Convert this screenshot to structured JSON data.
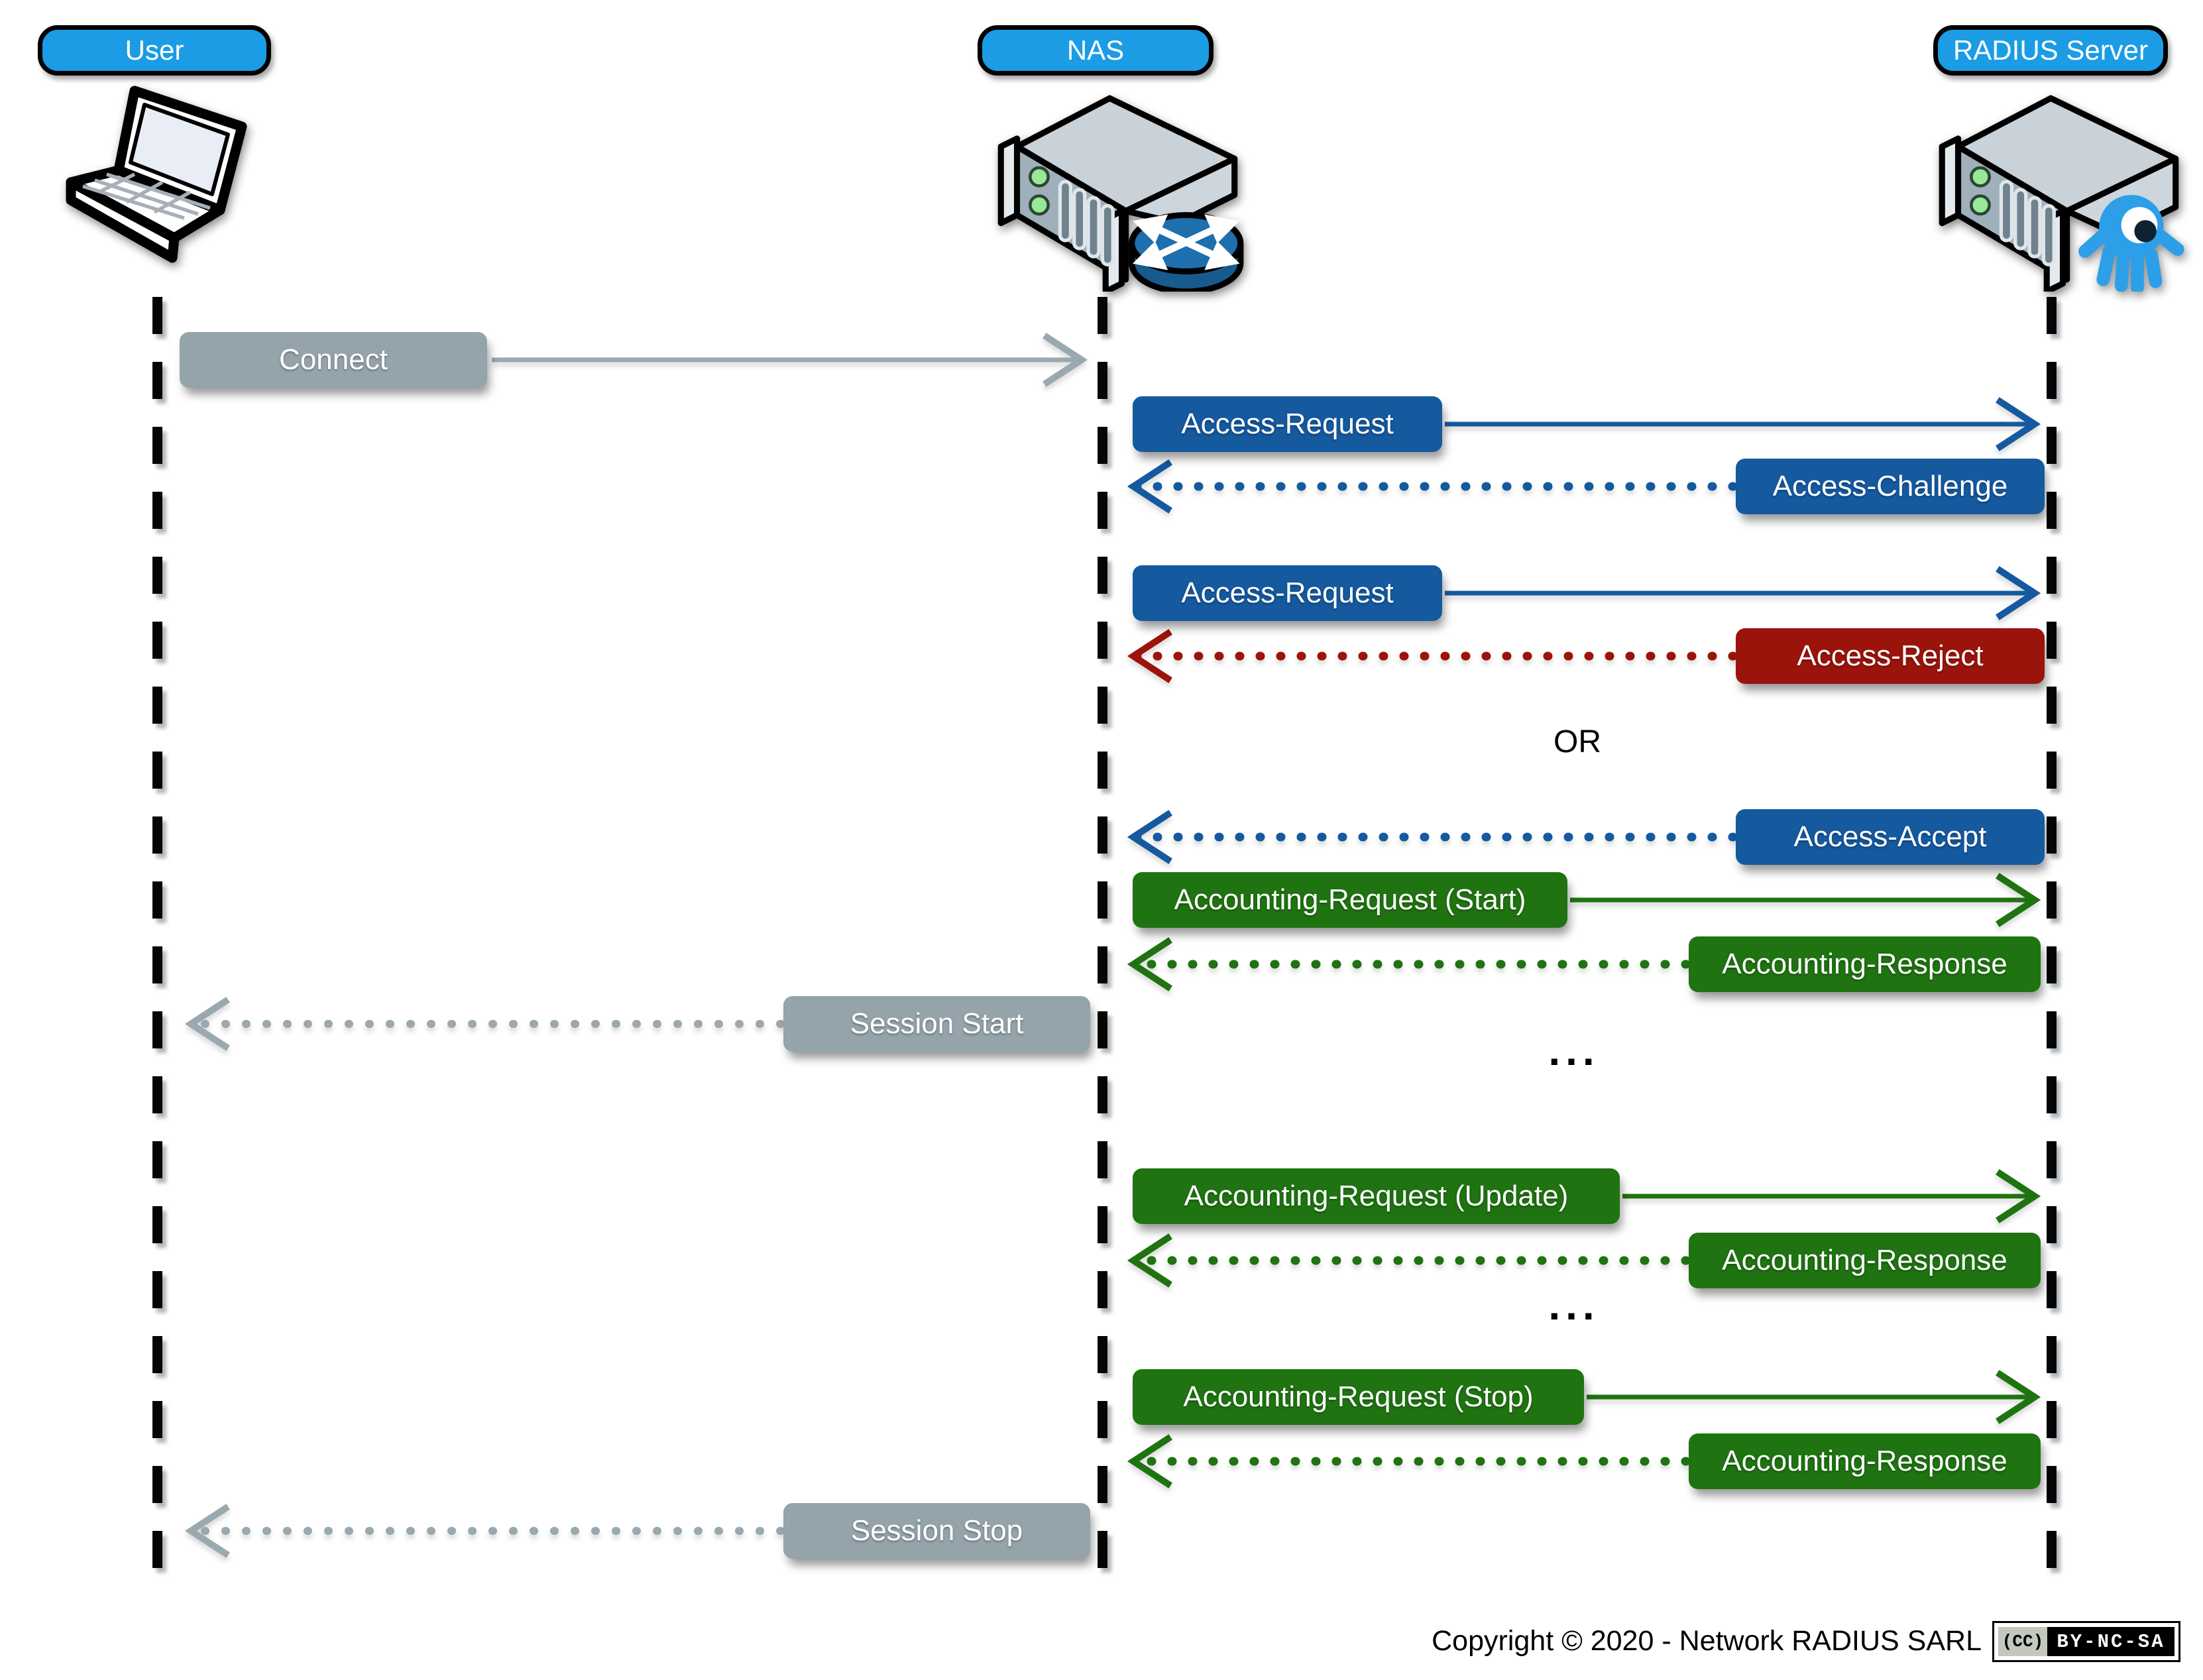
{
  "actors": [
    {
      "label": "User",
      "icon": "laptop-icon"
    },
    {
      "label": "NAS",
      "icon": "nas-router-icon"
    },
    {
      "label": "RADIUS Server",
      "icon": "radius-server-octopus-icon"
    }
  ],
  "messages": [
    {
      "label": "Connect",
      "from": "User",
      "to": "NAS",
      "line": "solid",
      "color_key": "neutral_gray"
    },
    {
      "label": "Access-Request",
      "from": "NAS",
      "to": "RADIUS Server",
      "line": "solid",
      "color_key": "auth_blue"
    },
    {
      "label": "Access-Challenge",
      "from": "RADIUS Server",
      "to": "NAS",
      "line": "dotted",
      "color_key": "auth_blue"
    },
    {
      "label": "Access-Request",
      "from": "NAS",
      "to": "RADIUS Server",
      "line": "solid",
      "color_key": "auth_blue"
    },
    {
      "label": "Access-Reject",
      "from": "RADIUS Server",
      "to": "NAS",
      "line": "dotted",
      "color_key": "reject_red"
    },
    {
      "label": "Access-Accept",
      "from": "RADIUS Server",
      "to": "NAS",
      "line": "dotted",
      "color_key": "auth_blue"
    },
    {
      "label": "Accounting-Request (Start)",
      "from": "NAS",
      "to": "RADIUS Server",
      "line": "solid",
      "color_key": "acct_green"
    },
    {
      "label": "Accounting-Response",
      "from": "RADIUS Server",
      "to": "NAS",
      "line": "dotted",
      "color_key": "acct_green"
    },
    {
      "label": "Session Start",
      "from": "NAS",
      "to": "User",
      "line": "dotted",
      "color_key": "neutral_gray"
    },
    {
      "label": "Accounting-Request (Update)",
      "from": "NAS",
      "to": "RADIUS Server",
      "line": "solid",
      "color_key": "acct_green"
    },
    {
      "label": "Accounting-Response",
      "from": "RADIUS Server",
      "to": "NAS",
      "line": "dotted",
      "color_key": "acct_green"
    },
    {
      "label": "Accounting-Request (Stop)",
      "from": "NAS",
      "to": "RADIUS Server",
      "line": "solid",
      "color_key": "acct_green"
    },
    {
      "label": "Accounting-Response",
      "from": "RADIUS Server",
      "to": "NAS",
      "line": "dotted",
      "color_key": "acct_green"
    },
    {
      "label": "Session Stop",
      "from": "NAS",
      "to": "User",
      "line": "dotted",
      "color_key": "neutral_gray"
    }
  ],
  "labels": {
    "or": "OR",
    "ellipsis": "..."
  },
  "footer": {
    "copyright": "Copyright © 2020 - Network RADIUS SARL",
    "license_logo": "(CC)",
    "license": "BY-NC-SA"
  },
  "colors": {
    "header_blue": "#1b9ce5",
    "auth_blue": "#15599f",
    "acct_green": "#1f7311",
    "reject_red": "#9b140c",
    "neutral_gray": "#95a3ab",
    "lifeline_black": "#000000"
  }
}
